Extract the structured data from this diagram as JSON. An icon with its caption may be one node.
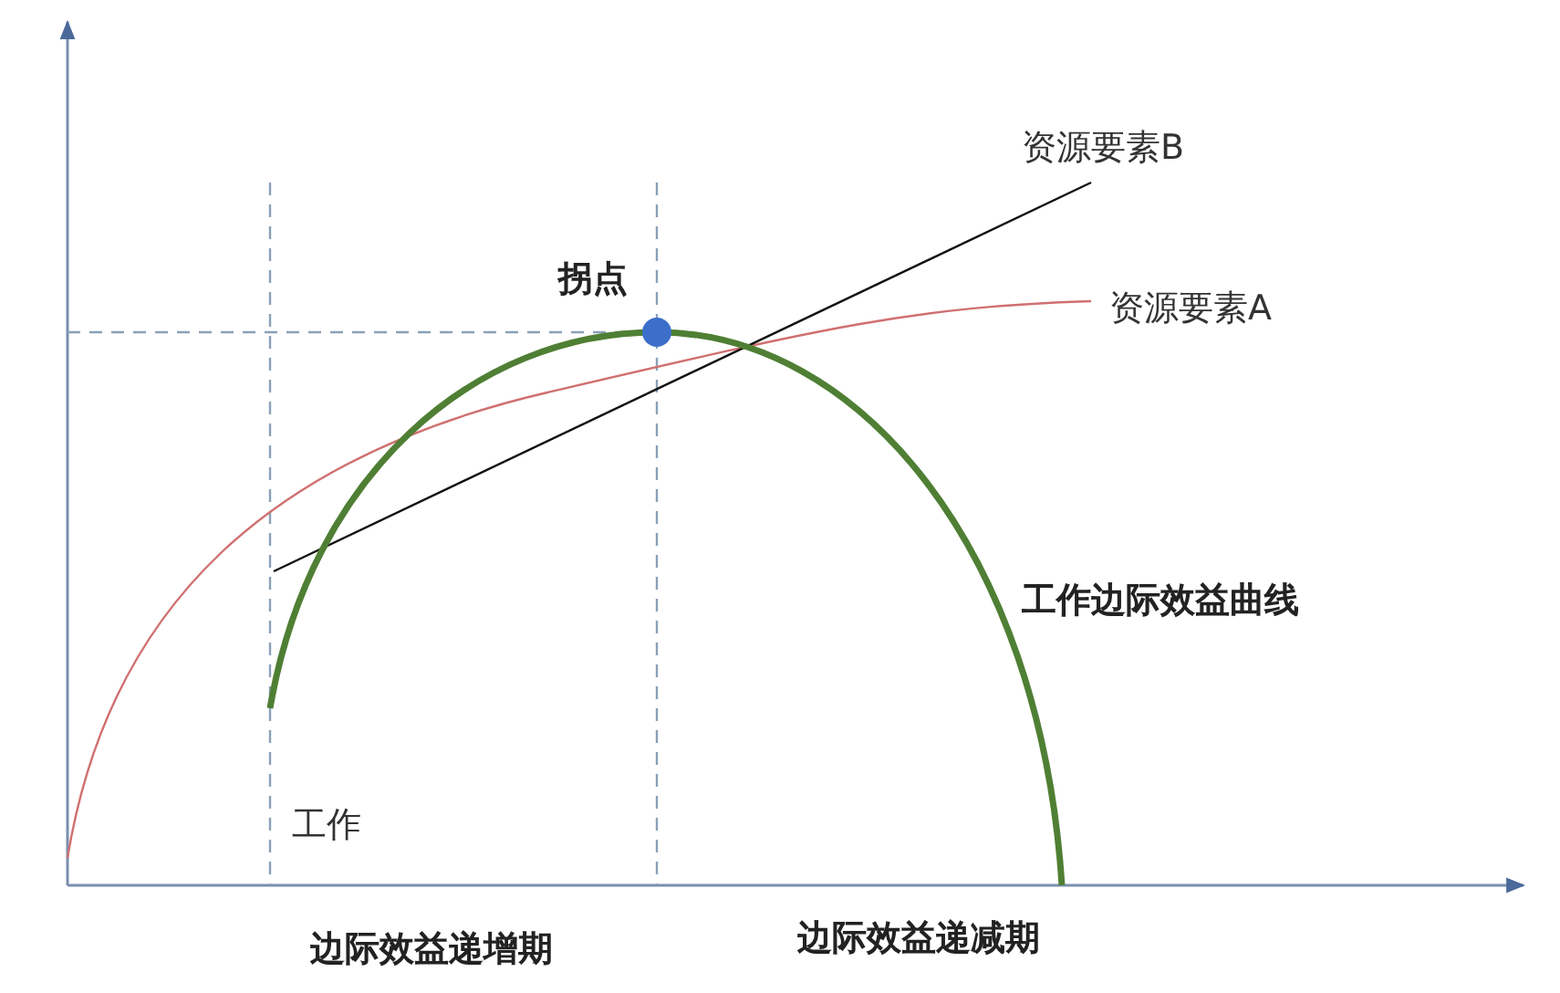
{
  "diagram": {
    "labels": [
      "资源要素B",
      "拐点",
      "资源要素A",
      "工作边际效益曲线",
      "工作",
      "边际效益递增期",
      "边际效益递减期"
    ]
  }
}
